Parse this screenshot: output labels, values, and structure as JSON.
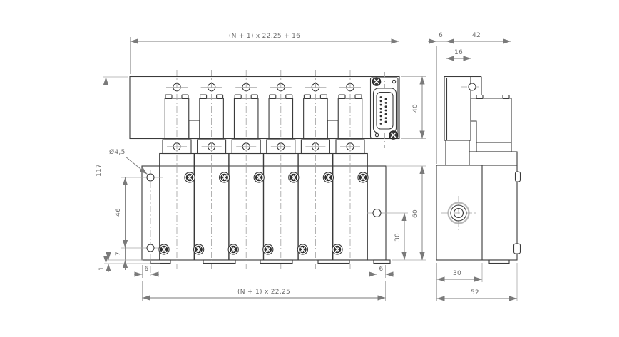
{
  "drawing": {
    "front_view": {
      "dim_top": "(N + 1) x 22,25 + 16",
      "dim_bottom": "(N + 1) x 22,25",
      "dim_height": "117",
      "label_hole_diameter": "Ø4,5",
      "dim_hole_spacing": "46",
      "dim_hole_bottom_offset": "7",
      "dim_foot_height": "1",
      "dim_edge_to_hole_left": "6",
      "dim_edge_to_hole_right": "6",
      "dim_rail_height": "40",
      "dim_body_height": "60",
      "dim_port_height": "30"
    },
    "side_view": {
      "dim_rail_offset": "6",
      "dim_depth": "42",
      "dim_rail_width": "16",
      "dim_mount_depth": "30",
      "dim_total_depth": "52"
    }
  }
}
